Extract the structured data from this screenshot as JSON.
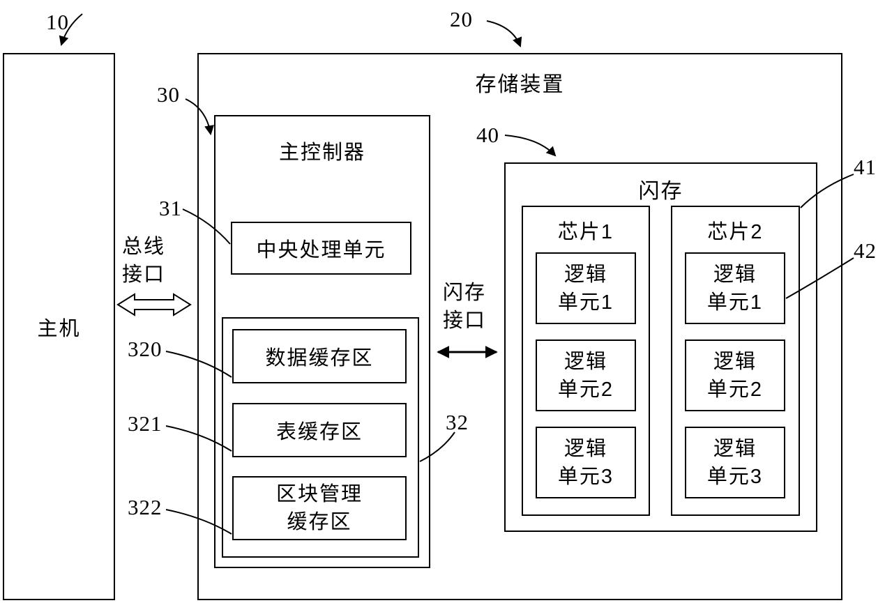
{
  "refs": {
    "host": "10",
    "storage_device": "20",
    "main_controller": "30",
    "cpu": "31",
    "cache_container": "32",
    "data_cache": "320",
    "table_cache": "321",
    "block_cache": "322",
    "flash": "40",
    "chip2": "41",
    "chip2_unit1": "42"
  },
  "boxes": {
    "host": {
      "label": "主机"
    },
    "storage_device": {
      "title": "存储装置"
    },
    "main_controller": {
      "title": "主控制器"
    },
    "cpu": {
      "label": "中央处理单元"
    },
    "data_cache": {
      "label": "数据缓存区"
    },
    "table_cache": {
      "label": "表缓存区"
    },
    "block_cache": {
      "line1": "区块管理",
      "line2": "缓存区"
    },
    "flash": {
      "title": "闪存"
    },
    "chip1": {
      "title": "芯片1"
    },
    "chip2": {
      "title": "芯片2"
    }
  },
  "units": {
    "chip1": [
      {
        "line1": "逻辑",
        "line2": "单元1"
      },
      {
        "line1": "逻辑",
        "line2": "单元2"
      },
      {
        "line1": "逻辑",
        "line2": "单元3"
      }
    ],
    "chip2": [
      {
        "line1": "逻辑",
        "line2": "单元1"
      },
      {
        "line1": "逻辑",
        "line2": "单元2"
      },
      {
        "line1": "逻辑",
        "line2": "单元3"
      }
    ]
  },
  "interfaces": {
    "bus": {
      "line1": "总线",
      "line2": "接口"
    },
    "flash": {
      "line1": "闪存",
      "line2": "接口"
    }
  },
  "colors": {
    "line": "#000000",
    "background": "#ffffff"
  }
}
